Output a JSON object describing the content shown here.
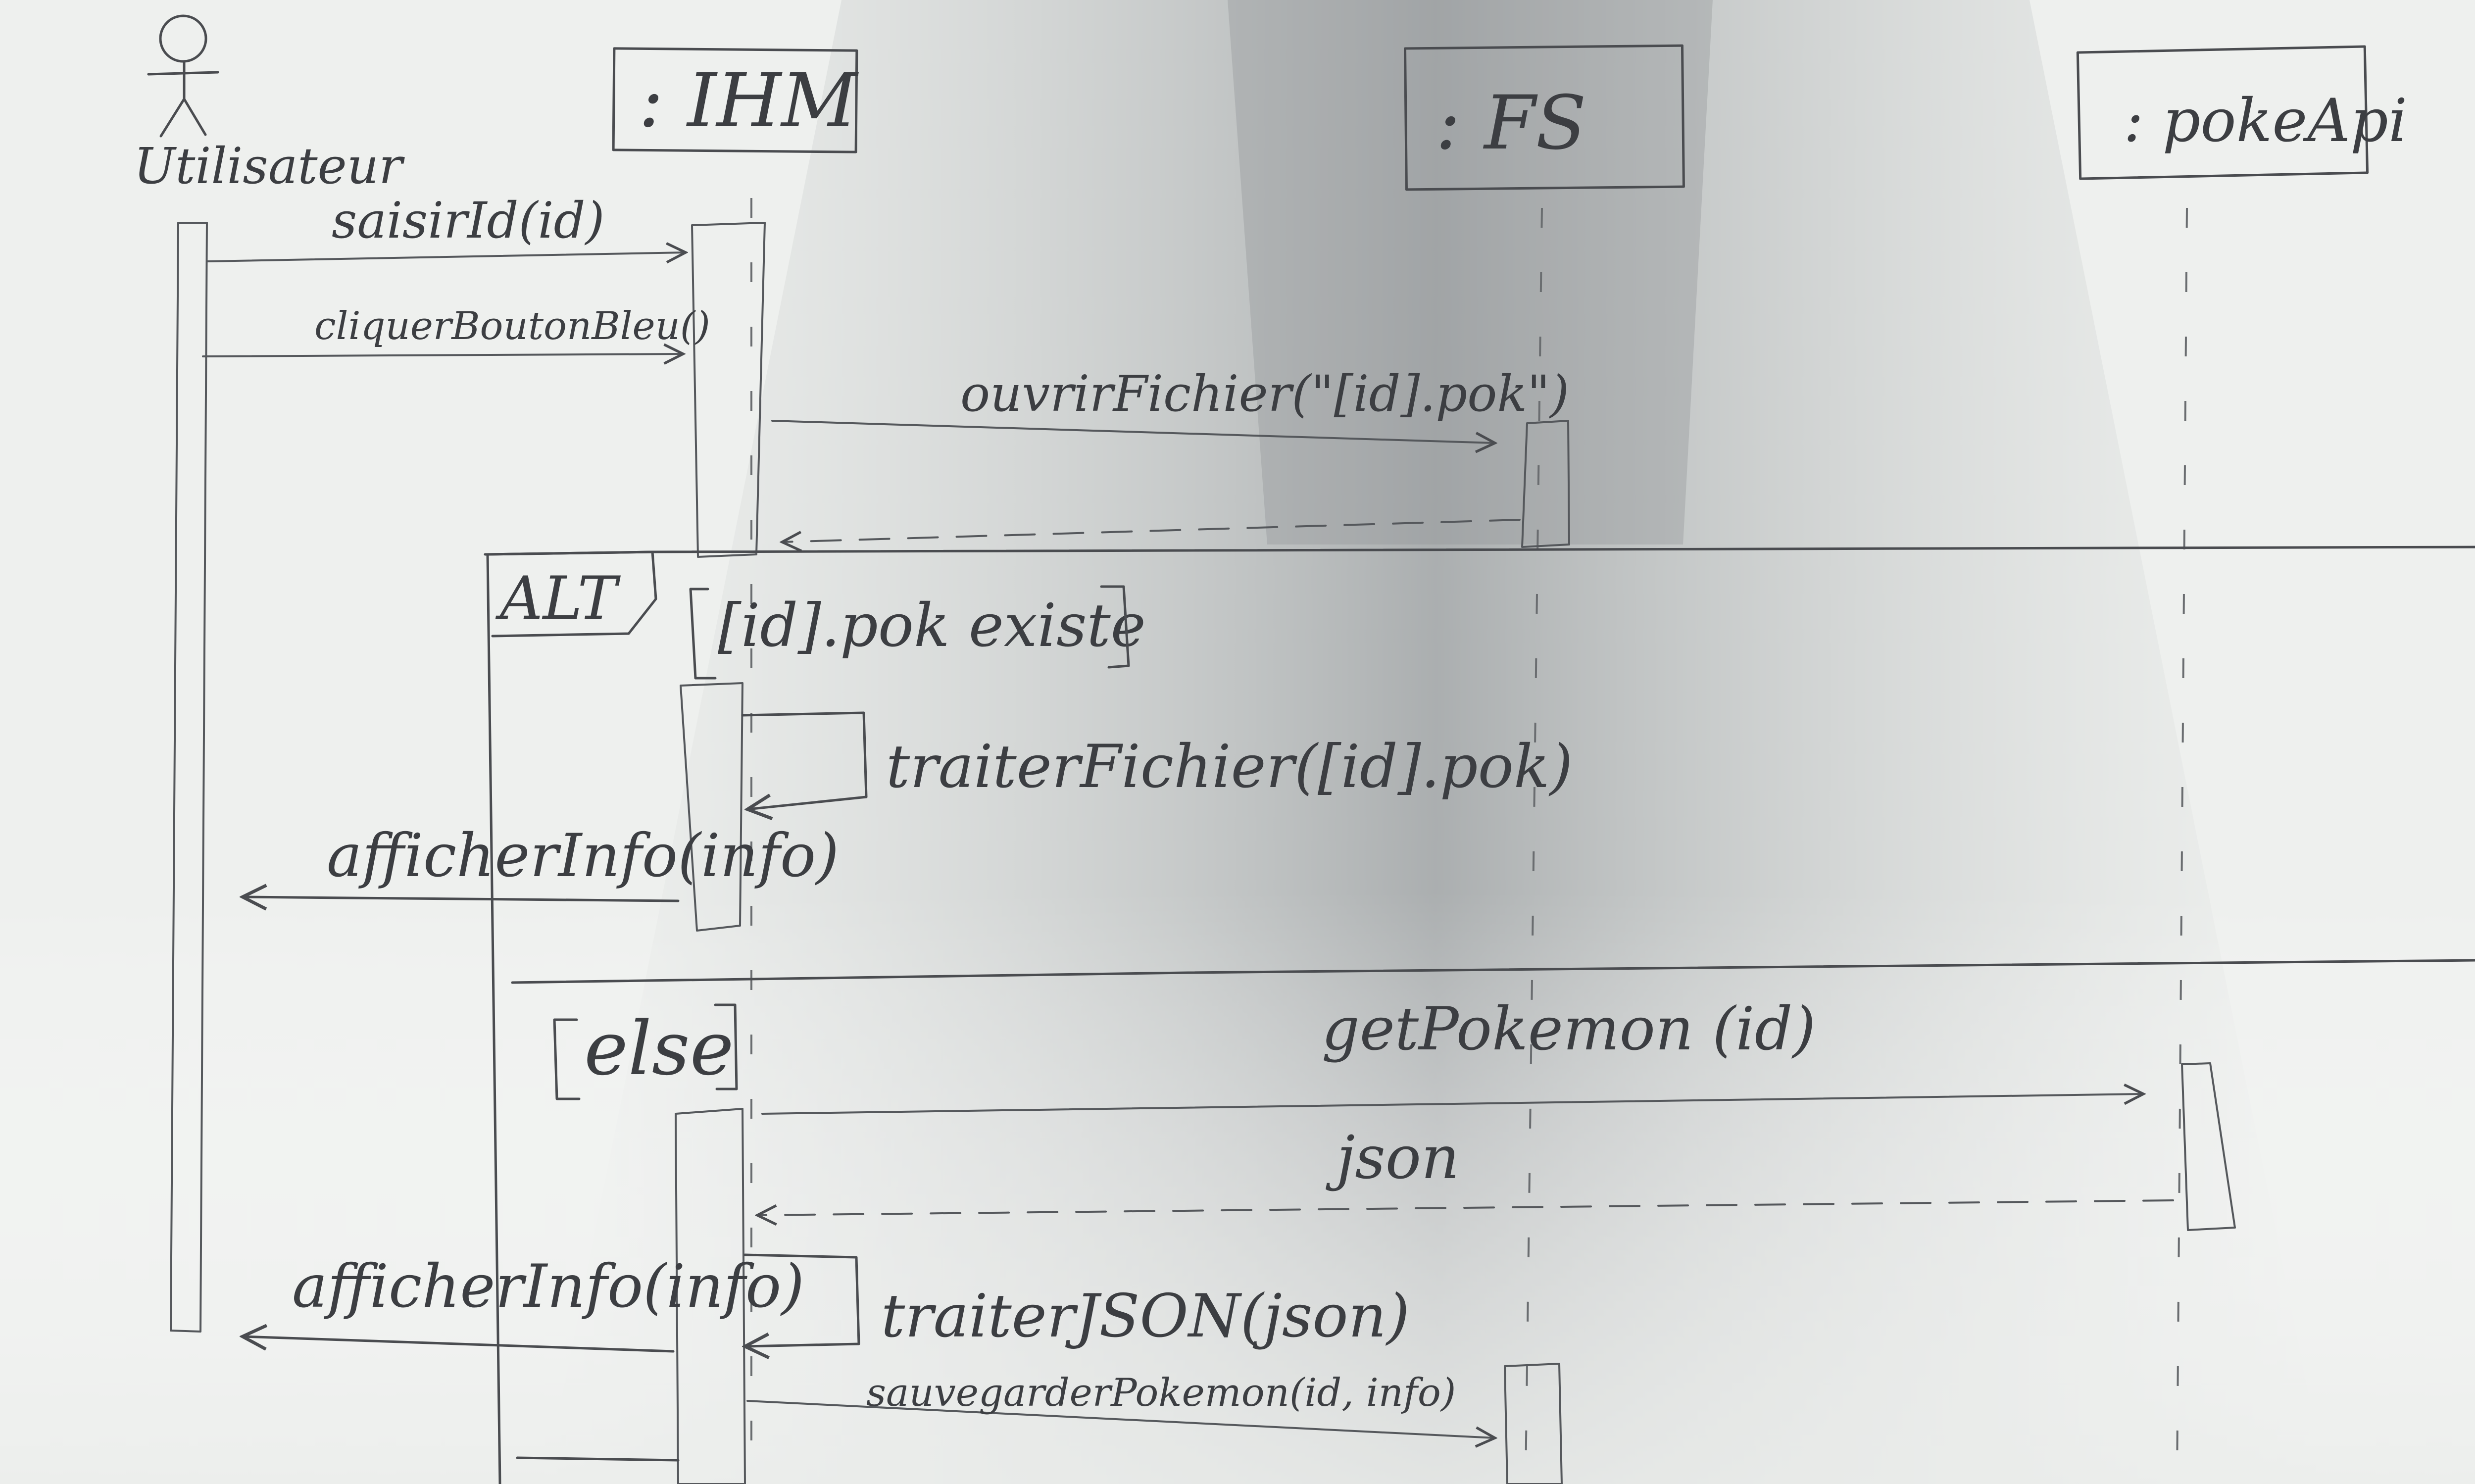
{
  "diagram": {
    "type": "sequence",
    "participants": {
      "actor": "Utilisateur",
      "ihm": ": IHM",
      "fs": ": FS",
      "pokeapi": ": pokeApi"
    },
    "messages": {
      "saisir": "saisirId(id)",
      "cliquer": "cliquerBoutonBleu()",
      "ouvrir": "ouvrirFichier(\"[id].pok\")",
      "traiter_fichier": "traiterFichier([id].pok)",
      "afficher_1": "afficherInfo(info)",
      "get_pokemon": "getPokemon (id)",
      "json_return": "json",
      "afficher_2": "afficherInfo(info)",
      "traiter_json": "traiterJSON(json)",
      "sauvegarder": "sauvegarderPokemon(id, info)"
    },
    "fragment": {
      "operator": "ALT",
      "guard_1": "[id].pok existe",
      "guard_2": "else"
    }
  }
}
